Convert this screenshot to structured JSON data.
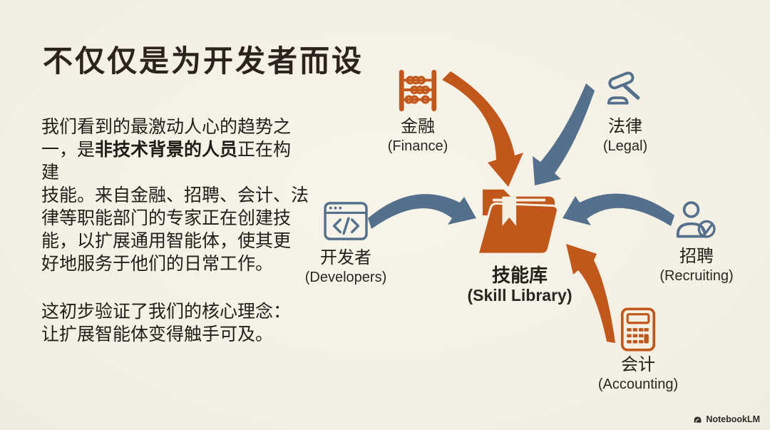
{
  "theme": {
    "orange": "#c2571c",
    "slate": "#54708c",
    "bg": "#f5f1e6",
    "ink": "#241e17",
    "cream": "#f5efe2"
  },
  "slide": {
    "title": "不仅仅是为开发者而设",
    "paragraph1": {
      "lines": [
        [
          {
            "text": "我们看到的最激动人心的趋势之",
            "bold": false
          }
        ],
        [
          {
            "text": "一，是",
            "bold": false
          },
          {
            "text": "非技术背景的人员",
            "bold": true
          },
          {
            "text": "正在构",
            "bold": false
          }
        ],
        [
          {
            "text": "建",
            "bold": false
          }
        ],
        [
          {
            "text": "技能。来自金融、招聘、会计、法",
            "bold": false
          }
        ],
        [
          {
            "text": "律等职能部门的专家正在创建技",
            "bold": false
          }
        ],
        [
          {
            "text": "能，以扩展通用智能体，使其更",
            "bold": false
          }
        ],
        [
          {
            "text": "好地服务于他们的日常工作。",
            "bold": false
          }
        ]
      ]
    },
    "paragraph2": {
      "lines": [
        [
          {
            "text": "这初步验证了我们的核心理念：",
            "bold": false
          }
        ],
        [
          {
            "text": "让扩展智能体变得触手可及。",
            "bold": false
          }
        ]
      ]
    }
  },
  "diagram": {
    "center": {
      "zh": "技能库",
      "en": "(Skill Library)",
      "icon": "folder-icon",
      "color": "#c2571c"
    },
    "nodes": [
      {
        "id": "finance",
        "zh": "金融",
        "en": "(Finance)",
        "icon": "abacus-icon",
        "color": "#c2571c"
      },
      {
        "id": "legal",
        "zh": "法律",
        "en": "(Legal)",
        "icon": "gavel-icon",
        "color": "#54708c"
      },
      {
        "id": "developers",
        "zh": "开发者",
        "en": "(Developers)",
        "icon": "code-window-icon",
        "color": "#54708c"
      },
      {
        "id": "recruiting",
        "zh": "招聘",
        "en": "(Recruiting)",
        "icon": "person-check-icon",
        "color": "#54708c"
      },
      {
        "id": "accounting",
        "zh": "会计",
        "en": "(Accounting)",
        "icon": "calculator-icon",
        "color": "#c2571c"
      }
    ],
    "arrows": [
      {
        "from": "finance",
        "to": "skill-library",
        "color": "#c2571c"
      },
      {
        "from": "legal",
        "to": "skill-library",
        "color": "#54708c"
      },
      {
        "from": "developers",
        "to": "skill-library",
        "color": "#54708c"
      },
      {
        "from": "recruiting",
        "to": "skill-library",
        "color": "#54708c"
      },
      {
        "from": "accounting",
        "to": "skill-library",
        "color": "#c2571c"
      }
    ]
  },
  "footer": {
    "brand": "NotebookLM"
  }
}
